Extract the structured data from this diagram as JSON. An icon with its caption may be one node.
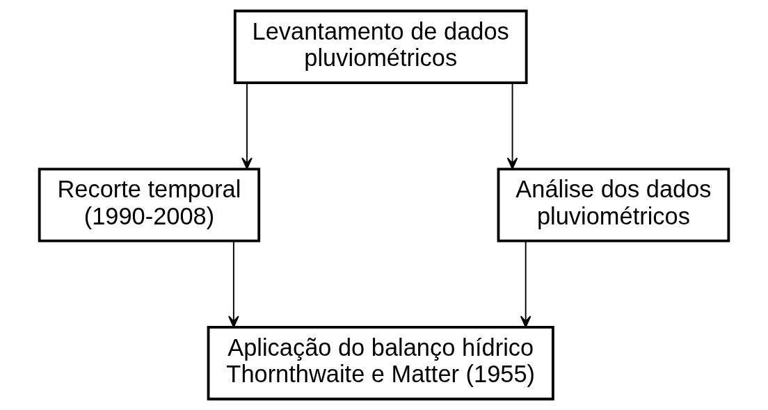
{
  "diagram": {
    "nodes": [
      {
        "text": [
          "Levantamento de dados pluviométricos"
        ]
      },
      {
        "text": [
          "Recorte temporal (1990-2008)"
        ]
      },
      {
        "text": [
          "Análise dos dados pluviométricos"
        ]
      },
      {
        "text": [
          "Aplicação do balanço hídrico Thornthwaite e Matter (1955)"
        ]
      }
    ],
    "edges": [
      {
        "from": 0,
        "to": 1,
        "arrow": "to"
      },
      {
        "from": 0,
        "to": 2,
        "arrow": "to"
      },
      {
        "from": 1,
        "to": 3,
        "arrow": "to"
      },
      {
        "from": 2,
        "to": 3,
        "arrow": "to"
      }
    ]
  }
}
